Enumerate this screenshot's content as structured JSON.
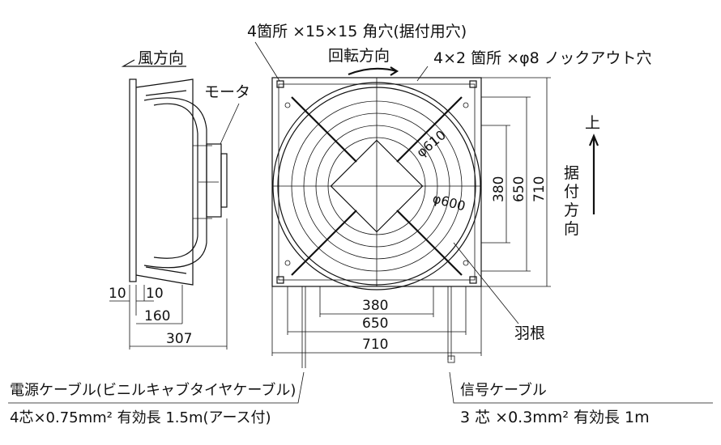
{
  "labels": {
    "wind_direction": "風方向",
    "motor": "モータ",
    "mounting_holes": "4箇所 ×15×15 角穴(据付用穴)",
    "rotation_direction": "回転方向",
    "knockout_holes": "4×2 箇所 ×φ8 ノックアウト穴",
    "up": "上",
    "mounting_direction": [
      "据",
      "付",
      "方",
      "向"
    ],
    "blade": "羽根",
    "power_cable_title": "電源ケーブル(ビニルキャブタイヤケーブル)",
    "power_cable_spec": "4芯×0.75mm² 有効長 1.5m(アース付)",
    "signal_cable_title": "信号ケーブル",
    "signal_cable_spec": "3 芯 ×0.3mm² 有効長 1m"
  },
  "dimensions": {
    "phi610": "φ610",
    "phi600": "φ600",
    "v380": "380",
    "v650": "650",
    "v710": "710",
    "h380": "380",
    "h650": "650",
    "h710": "710",
    "side_10a": "10",
    "side_10b": "10",
    "side_160": "160",
    "side_307": "307"
  }
}
